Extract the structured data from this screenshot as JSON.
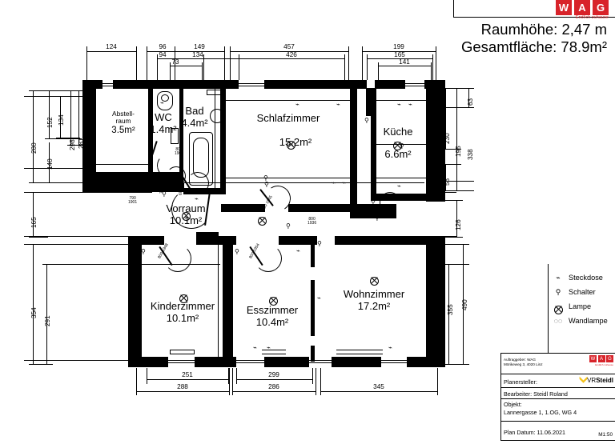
{
  "header": {
    "line1": "Raumhöhe: 2,47 m",
    "line2": "Gesamtfläche: 78.9m²",
    "logo_letters": [
      "W",
      "A",
      "G"
    ],
    "logo_tagline": "Endlich zuhause"
  },
  "rooms": [
    {
      "name": "Abstell-",
      "name2": "raum",
      "area": "3.5m²",
      "key": "abstellraum"
    },
    {
      "name": "WC",
      "area": "1.4m²",
      "key": "wc"
    },
    {
      "name": "Bad",
      "area": "4.4m²",
      "key": "bad"
    },
    {
      "name": "Schlafzimmer",
      "area": "15.2m²",
      "key": "schlafzimmer"
    },
    {
      "name": "Küche",
      "area": "6.6m²",
      "key": "kueche"
    },
    {
      "name": "Vorraum",
      "area": "10.1m²",
      "key": "vorraum"
    },
    {
      "name": "Kinderzimmer",
      "area": "10.1m²",
      "key": "kinderzimmer"
    },
    {
      "name": "Esszimmer",
      "area": "10.4m²",
      "key": "esszimmer"
    },
    {
      "name": "Wohnzimmer",
      "area": "17.2m²",
      "key": "wohnzimmer"
    }
  ],
  "dimensions": {
    "top_row1": [
      "124",
      "96",
      "149",
      "457",
      "199"
    ],
    "top_row2": [
      "94",
      "134",
      "426",
      "165"
    ],
    "top_row3": [
      "73",
      "141"
    ],
    "left_outer": [
      "280",
      "165",
      "354"
    ],
    "left_mid": [
      "152",
      "140",
      "291"
    ],
    "left_inner": [
      "134",
      "298",
      "281"
    ],
    "right_r1": [
      "63",
      "230",
      "58"
    ],
    "right_r2": [
      "340",
      "195",
      "126",
      "490"
    ],
    "right_r3": [
      "338",
      "355"
    ],
    "bottom_row1": [
      "251",
      "299"
    ],
    "bottom_row2": [
      "288",
      "286",
      "345"
    ]
  },
  "door_codes": [
    {
      "w": "800",
      "h": "1906"
    },
    {
      "w": "790",
      "h": "1901"
    },
    {
      "w": "700",
      "h": "1948"
    },
    {
      "w": "600",
      "h": "1944"
    },
    {
      "w": "800",
      "h": "1945"
    },
    {
      "w": "800",
      "h": "1936"
    },
    {
      "w": "800",
      "h": "1948"
    },
    {
      "w": "800",
      "h": "1954"
    }
  ],
  "legend": [
    {
      "glyph": "steckdose-icon",
      "label": "Steckdose"
    },
    {
      "glyph": "schalter-icon",
      "label": "Schalter"
    },
    {
      "glyph": "lampe-icon",
      "label": "Lampe"
    },
    {
      "glyph": "wandlampe-icon",
      "label": "Wandlampe"
    }
  ],
  "titleblock": {
    "client_label": "Auftraggeber: WAG",
    "client_addr": "Mörikeweg 3, 4020 Linz",
    "planner_label": "Planersteller:",
    "planner_name": "VRSteidl",
    "planner_name_prefix": "VR",
    "planner_name_bold": "Steidl",
    "editor": "Bearbeiter: Steidl Roland",
    "object_label": "Objekt:",
    "object_value": "Lannergasse 1, 1.OG, WG 4",
    "date": "Plan Datum: 11.06.2021",
    "scale": "M1:50",
    "logo_letters": [
      "W",
      "A",
      "G"
    ],
    "logo_tagline": "Endlich zuhause"
  },
  "colors": {
    "brand_red": "#d8232a",
    "logo_yellow": "#f4c21b",
    "wall": "#000000"
  }
}
